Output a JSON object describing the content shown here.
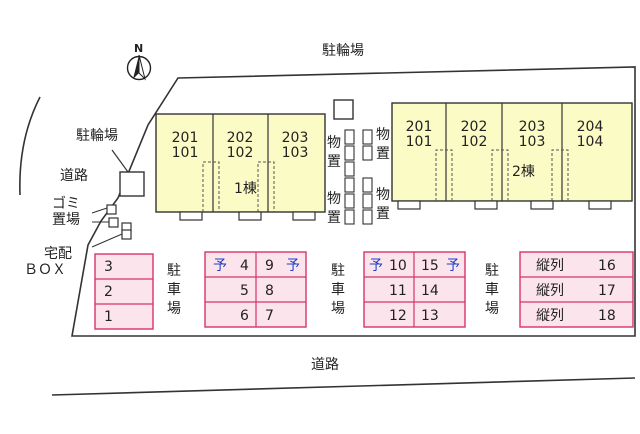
{
  "compass": {
    "north_label": "N"
  },
  "labels": {
    "bicycle_top": "駐輪場",
    "bicycle_left": "駐輪場",
    "road_left": "道路",
    "road_bottom": "道路",
    "garbage": [
      "ゴミ",
      "置場"
    ],
    "delivery_box": [
      "宅配",
      "ＢＯＸ"
    ],
    "parking": "駐車場",
    "storage": "物置"
  },
  "building1": {
    "name": "1棟",
    "units": [
      {
        "top": "201",
        "bottom": "101"
      },
      {
        "top": "202",
        "bottom": "102"
      },
      {
        "top": "203",
        "bottom": "103"
      }
    ]
  },
  "building2": {
    "name": "2棟",
    "units": [
      {
        "top": "201",
        "bottom": "101"
      },
      {
        "top": "202",
        "bottom": "102"
      },
      {
        "top": "203",
        "bottom": "103"
      },
      {
        "top": "204",
        "bottom": "104"
      }
    ]
  },
  "parking": {
    "block1": [
      "3",
      "2",
      "1"
    ],
    "block2": [
      {
        "left": "予",
        "left_num": "4",
        "right_num": "9",
        "right": "予"
      },
      {
        "left": "",
        "left_num": "5",
        "right_num": "8",
        "right": ""
      },
      {
        "left": "",
        "left_num": "6",
        "right_num": "7",
        "right": ""
      }
    ],
    "block3": [
      {
        "left": "予",
        "left_num": "10",
        "right_num": "15",
        "right": "予"
      },
      {
        "left": "",
        "left_num": "11",
        "right_num": "14",
        "right": ""
      },
      {
        "left": "",
        "left_num": "12",
        "right_num": "13",
        "right": ""
      }
    ],
    "block4": [
      {
        "prefix": "縦列",
        "num": "16"
      },
      {
        "prefix": "縦列",
        "num": "17"
      },
      {
        "prefix": "縦列",
        "num": "18"
      }
    ]
  },
  "colors": {
    "building_fill": "#fbfbc6",
    "parking_fill": "#fce4ec",
    "parking_stroke": "#d6336c",
    "outline": "#333333"
  }
}
